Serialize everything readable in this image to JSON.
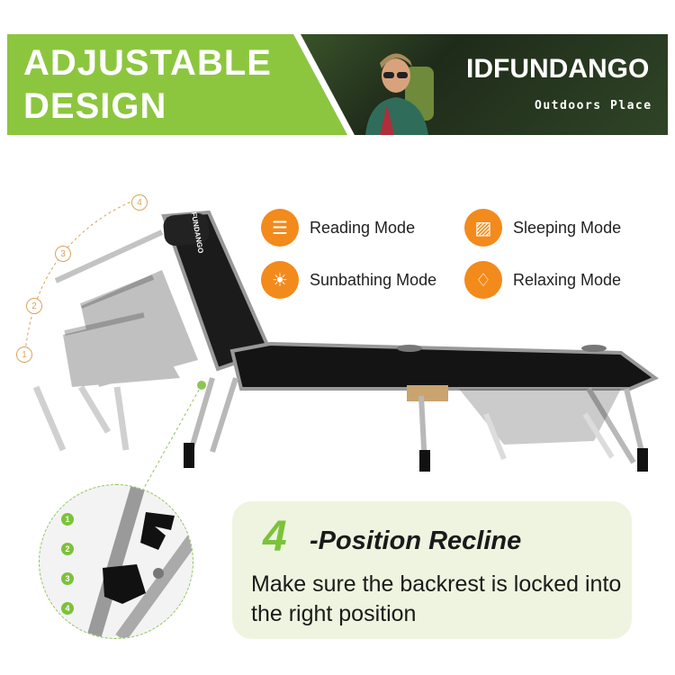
{
  "banner": {
    "title_line1": "ADJUSTABLE",
    "title_line2": "DESIGN",
    "brand_name": "FUNDANGO",
    "brand_tagline": "Outdoors Place",
    "accent_color": "#8cc63f"
  },
  "modes": [
    {
      "label": "Reading Mode",
      "icon": "reading-icon"
    },
    {
      "label": "Sleeping Mode",
      "icon": "sleeping-icon"
    },
    {
      "label": "Sunbathing Mode",
      "icon": "sunbathing-icon"
    },
    {
      "label": "Relaxing Mode",
      "icon": "relaxing-icon"
    }
  ],
  "mode_icon_color": "#f38a1c",
  "recline_positions": [
    "1",
    "2",
    "3",
    "4"
  ],
  "zoom_markers": [
    "1",
    "2",
    "3",
    "4"
  ],
  "callout": {
    "number": "4",
    "title": "-Position Recline",
    "body": "Make sure the backrest is locked into the right position"
  },
  "product_label": "FUNDANGO"
}
